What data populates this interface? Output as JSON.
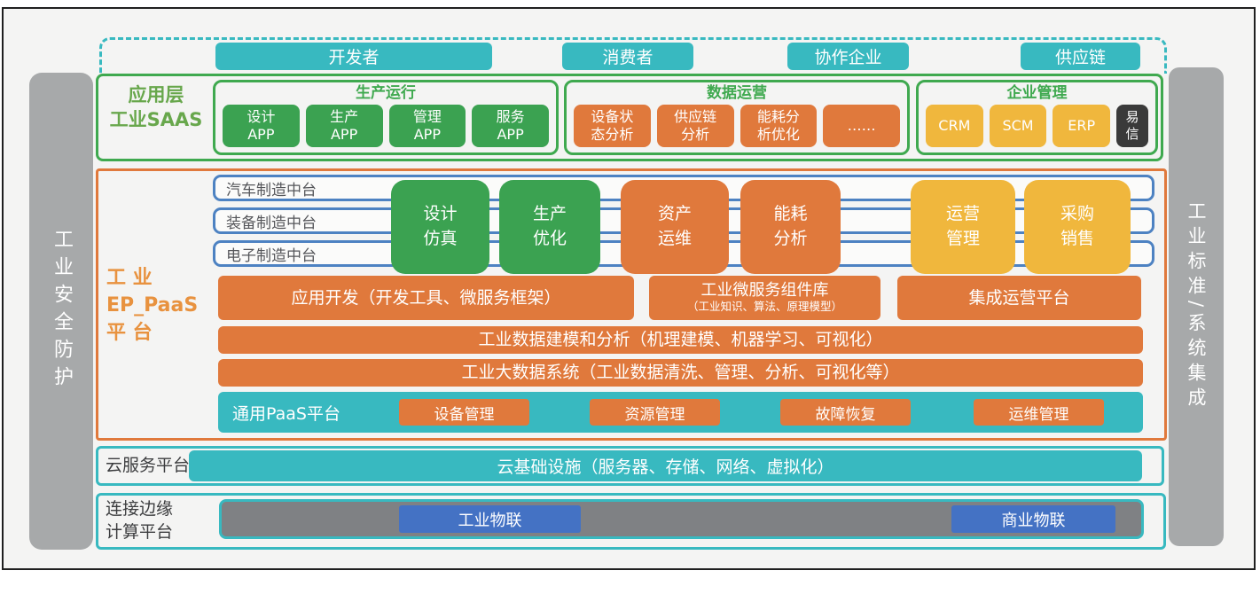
{
  "colors": {
    "teal": "#38b9c0",
    "green_border": "#3fa94f",
    "green_fill": "#3ba251",
    "green_label": "#68a74c",
    "orange": "#e0793c",
    "orange_label": "#e8923f",
    "yellow": "#f0b73d",
    "blue_chip": "#4472c4",
    "blue_bar_border": "#4d82c2",
    "gray_sidebar": "#a7a9aa",
    "gray_bar": "#7f8184",
    "background": "#f4f4f3"
  },
  "actors": [
    {
      "label": "开发者"
    },
    {
      "label": "消费者"
    },
    {
      "label": "协作企业"
    },
    {
      "label": "供应链"
    }
  ],
  "security_bar": {
    "label": "工业安全防护"
  },
  "standards_bar": {
    "label": "工业标准/系统集成"
  },
  "saas": {
    "label": "应用层\n工业SAAS",
    "groups": [
      {
        "title": "生产运行",
        "items": [
          {
            "label": "设计\nAPP"
          },
          {
            "label": "生产\nAPP"
          },
          {
            "label": "管理\nAPP"
          },
          {
            "label": "服务\nAPP"
          }
        ]
      },
      {
        "title": "数据运营",
        "items": [
          {
            "label": "设备状\n态分析"
          },
          {
            "label": "供应链\n分析"
          },
          {
            "label": "能耗分\n析优化"
          },
          {
            "label": "……"
          }
        ]
      },
      {
        "title": "企业管理",
        "items": [
          {
            "label": "CRM"
          },
          {
            "label": "SCM"
          },
          {
            "label": "ERP"
          },
          {
            "label": "易\n信"
          }
        ]
      }
    ]
  },
  "paas": {
    "label": "工 业\nEP_PaaS\n平 台",
    "platforms": [
      {
        "label": "汽车制造中台"
      },
      {
        "label": "装备制造中台"
      },
      {
        "label": "电子制造中台"
      }
    ],
    "modules": [
      {
        "label": "设计\n仿真"
      },
      {
        "label": "生产\n优化"
      },
      {
        "label": "资产\n运维"
      },
      {
        "label": "能耗\n分析"
      },
      {
        "label": "运营\n管理"
      },
      {
        "label": "采购\n销售"
      }
    ],
    "app_dev": {
      "label": "应用开发（开发工具、微服务框架）"
    },
    "microservice": {
      "title": "工业微服务组件库",
      "subtitle": "（工业知识、算法、原理模型）"
    },
    "integration": {
      "label": "集成运营平台"
    },
    "data_modeling": {
      "label": "工业数据建模和分析（机理建模、机器学习、可视化）"
    },
    "big_data": {
      "label": "工业大数据系统（工业数据清洗、管理、分析、可视化等）"
    },
    "general_paas": {
      "label": "通用PaaS平台",
      "chips": [
        {
          "label": "设备管理"
        },
        {
          "label": "资源管理"
        },
        {
          "label": "故障恢复"
        },
        {
          "label": "运维管理"
        }
      ]
    }
  },
  "cloud": {
    "label": "云服务平台",
    "infra": {
      "label": "云基础设施（服务器、存储、网络、虚拟化）"
    }
  },
  "edge": {
    "label": "连接边缘\n计算平台",
    "chips": [
      {
        "label": "工业物联"
      },
      {
        "label": "商业物联"
      }
    ]
  }
}
